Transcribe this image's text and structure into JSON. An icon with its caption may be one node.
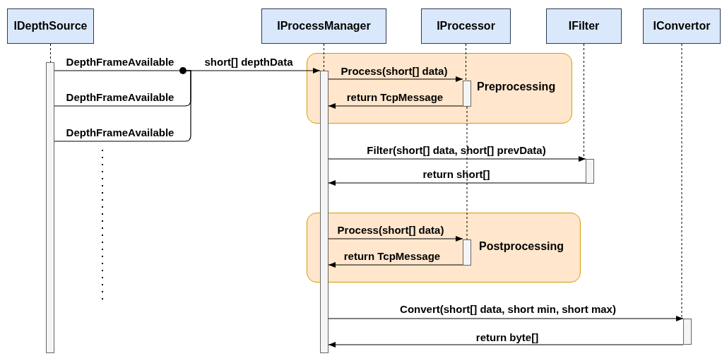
{
  "diagram": {
    "nodes": [
      {
        "text": [
          "IDepthSource"
        ]
      },
      {
        "text": [
          "IProcessManager"
        ]
      },
      {
        "text": [
          "IProcessor"
        ]
      },
      {
        "text": [
          "IFilter"
        ]
      },
      {
        "text": [
          "IConvertor"
        ]
      },
      {
        "text": [],
        "shape": "bar"
      },
      {
        "text": [],
        "shape": "circle"
      },
      {
        "text": [],
        "shape": "bar"
      },
      {
        "text": [
          "Preprocessing"
        ]
      },
      {
        "text": [],
        "shape": "bar",
        "in": 8
      },
      {
        "text": [],
        "shape": "bar"
      },
      {
        "text": [
          "Postprocessing"
        ]
      },
      {
        "text": [],
        "shape": "bar",
        "in": 11
      },
      {
        "text": [],
        "shape": "bar"
      }
    ],
    "edges": [
      {
        "from": 0,
        "to": 5,
        "arrow": "none",
        "style": "dashed"
      },
      {
        "from": 1,
        "to": 7,
        "arrow": "none",
        "style": "dashed"
      },
      {
        "from": 2,
        "to": 9,
        "arrow": "none",
        "style": "dashed"
      },
      {
        "from": 9,
        "to": 12,
        "arrow": "none",
        "style": "dashed"
      },
      {
        "from": 3,
        "to": 10,
        "arrow": "none",
        "style": "dashed"
      },
      {
        "from": 4,
        "to": 13,
        "arrow": "none",
        "style": "dashed"
      },
      {
        "from": 5,
        "to": 6,
        "arrow": "none",
        "label": "DepthFrameAvailable"
      },
      {
        "from": 5,
        "to": 6,
        "arrow": "none",
        "label": "DepthFrameAvailable"
      },
      {
        "from": 5,
        "to": 6,
        "arrow": "none",
        "label": "DepthFrameAvailable"
      },
      {
        "from": 6,
        "to": 7,
        "arrow": "to",
        "label": "short[] depthData"
      },
      {
        "from": 7,
        "to": 9,
        "arrow": "to",
        "label": "Process(short[] data)"
      },
      {
        "from": 9,
        "to": 7,
        "arrow": "to",
        "label": "return TcpMessage"
      },
      {
        "from": 7,
        "to": 10,
        "arrow": "to",
        "label": "Filter(short[] data, short[] prevData)"
      },
      {
        "from": 10,
        "to": 7,
        "arrow": "to",
        "label": "return short[]"
      },
      {
        "from": 7,
        "to": 12,
        "arrow": "to",
        "label": "Process(short[] data)"
      },
      {
        "from": 12,
        "to": 7,
        "arrow": "to",
        "label": "return TcpMessage"
      },
      {
        "from": 7,
        "to": 13,
        "arrow": "to",
        "label": "Convert(short[] data, short min, short max)"
      },
      {
        "from": 13,
        "to": 7,
        "arrow": "to",
        "label": "return byte[]"
      }
    ]
  }
}
